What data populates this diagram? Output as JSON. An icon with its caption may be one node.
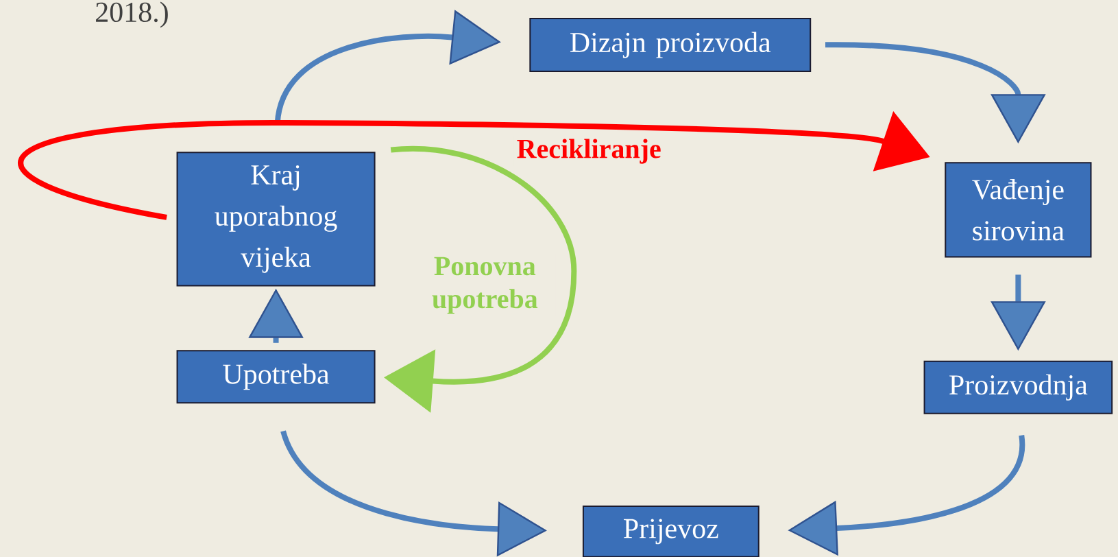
{
  "diagram": {
    "nodes": [
      {
        "text": [
          "Dizajn proizvoda"
        ]
      },
      {
        "text": [
          "Vađenje sirovina"
        ]
      },
      {
        "text": [
          "Proizvodnja"
        ]
      },
      {
        "text": [
          "Prijevoz"
        ]
      },
      {
        "text": [
          "Upotreba"
        ]
      },
      {
        "text": [
          "Kraj uporabnog vijeka"
        ]
      }
    ],
    "edges": [
      {
        "from": 5,
        "to": 0,
        "arrow": "to"
      },
      {
        "from": 0,
        "to": 1,
        "arrow": "to"
      },
      {
        "from": 1,
        "to": 2,
        "arrow": "to"
      },
      {
        "from": 2,
        "to": 3,
        "arrow": "to"
      },
      {
        "from": 4,
        "to": 3,
        "arrow": "to"
      },
      {
        "from": 4,
        "to": 5,
        "arrow": "to"
      },
      {
        "from": 5,
        "to": 1,
        "arrow": "to",
        "label": "Recikliranje",
        "color": "#ff0000"
      },
      {
        "from": 5,
        "to": 4,
        "arrow": "to",
        "label": "Ponovna upotreba",
        "color": "#92d050"
      }
    ],
    "labels": [
      "2018.)"
    ]
  }
}
